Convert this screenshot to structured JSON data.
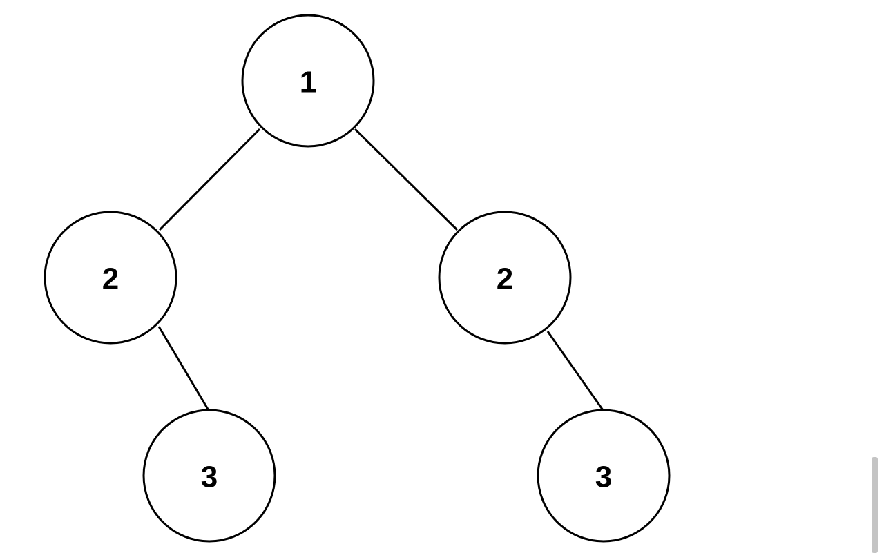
{
  "tree": {
    "nodes": [
      {
        "id": "root",
        "label": "1"
      },
      {
        "id": "left-child",
        "label": "2"
      },
      {
        "id": "right-child",
        "label": "2"
      },
      {
        "id": "left-grandchild",
        "label": "3"
      },
      {
        "id": "right-grandchild",
        "label": "3"
      }
    ],
    "edges": [
      {
        "from": "root",
        "to": "left-child"
      },
      {
        "from": "root",
        "to": "right-child"
      },
      {
        "from": "left-child",
        "to": "left-grandchild"
      },
      {
        "from": "right-child",
        "to": "right-grandchild"
      }
    ]
  },
  "colors": {
    "stroke": "#000000",
    "fill": "#ffffff",
    "background": "#ffffff"
  }
}
